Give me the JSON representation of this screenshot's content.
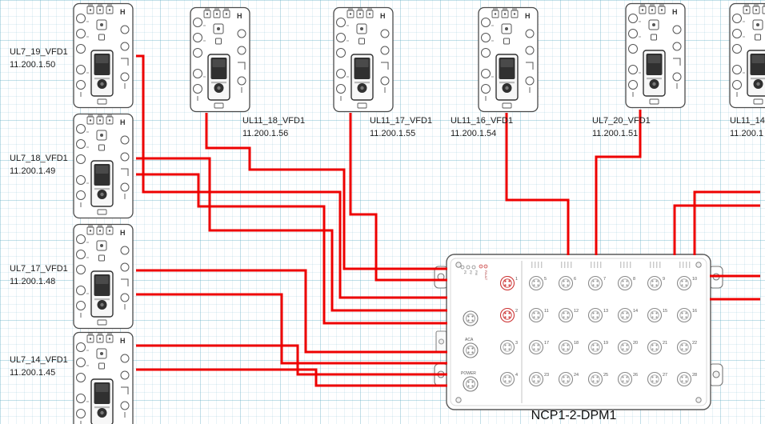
{
  "device_glyph": "H",
  "devices": [
    {
      "name": "UL7_19_VFD1",
      "ip": "11.200.1.50"
    },
    {
      "name": "UL7_18_VFD1",
      "ip": "11.200.1.49"
    },
    {
      "name": "UL7_17_VFD1",
      "ip": "11.200.1.48"
    },
    {
      "name": "UL7_14_VFD1",
      "ip": "11.200.1.45"
    },
    {
      "name": "UL11_18_VFD1",
      "ip": "11.200.1.56"
    },
    {
      "name": "UL11_17_VFD1",
      "ip": "11.200.1.55"
    },
    {
      "name": "UL11_16_VFD1",
      "ip": "11.200.1.54"
    },
    {
      "name": "UL7_20_VFD1",
      "ip": "11.200.1.51"
    },
    {
      "name": "UL11_14",
      "ip": "11.200.1"
    }
  ],
  "module": {
    "name": "NCP1-2-DPM1",
    "led_labels": [
      "P1",
      "P2",
      "FM"
    ],
    "fault_label": "FAULT",
    "aca_label": "ACA",
    "power_label": "POWER",
    "port_numbers": [
      1,
      2,
      3,
      4,
      5,
      6,
      7,
      8,
      9,
      10,
      11,
      12,
      13,
      14,
      15,
      16,
      17,
      18,
      19,
      20,
      21,
      22,
      23,
      24,
      25,
      26,
      27,
      28
    ],
    "accent_ports": [
      1,
      2
    ]
  },
  "wires": [
    "M258 141 L258 185 L312 185 L312 212 L430 212 L430 336 L559 336",
    "M438 141 L438 268 L470 268 L470 350 L559 350",
    "M633 141 L633 250 L710 250 L710 319",
    "M800 137 L800 196 L745 196 L745 319",
    "M170 70 L179 70 L179 240 L425 240 L425 372 L559 372",
    "M170 198 L262 198 L262 288 L415 288 L415 388 L559 388",
    "M170 218 L248 218 L248 258 L405 258 L405 404 L559 404",
    "M170 338 L382 338 L382 440 L559 440",
    "M170 368 L352 368 L352 454 L559 454",
    "M170 432 L372 432 L372 468 L559 468",
    "M170 462 L395 462 L395 482 L559 482",
    "M950 240 L868 240 L868 319",
    "M950 257 L843 257 L843 319",
    "M887 345 L950 345",
    "M887 374 L950 374"
  ],
  "colors": {
    "wire": "#ee0000",
    "accent_port": "#cc3333",
    "outline": "#4a4a4a",
    "grid": "#8fc6d6"
  }
}
